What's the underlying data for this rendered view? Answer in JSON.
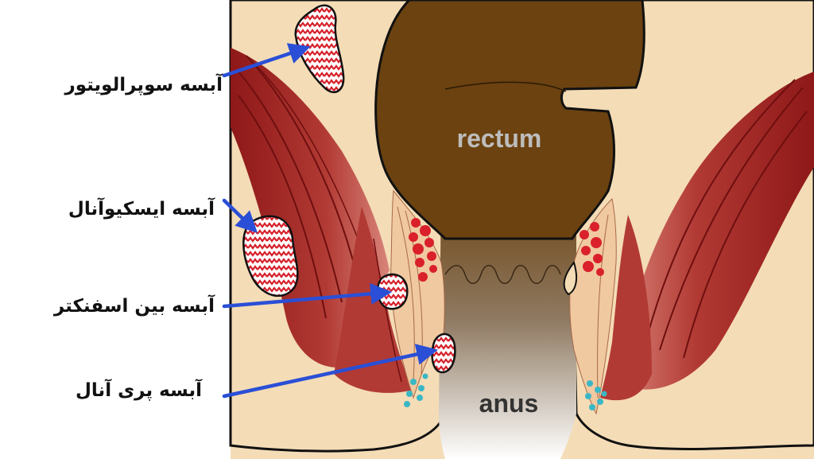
{
  "labels": {
    "rectum": "rectum",
    "anus": "anus"
  },
  "abscesses": [
    {
      "id": "supralevator",
      "label": "آبسه سوپرالویتور"
    },
    {
      "id": "ischioanal",
      "label": "آبسه ایسکیوآنال"
    },
    {
      "id": "intersphincteric",
      "label": "آبسه بین اسفنکتر"
    },
    {
      "id": "perianal",
      "label": "آبسه پری آنال"
    }
  ],
  "colors": {
    "skin": "#f4dcb6",
    "skin_outline": "#111111",
    "rectum_lumen": "#6b4210",
    "muscle_dark": "#9c1f1f",
    "muscle_light": "#d8857a",
    "abscess_fill": "#ffffff",
    "abscess_pattern": "#d6202b",
    "arrow": "#2a4fd6",
    "gland_red": "#d9202b",
    "gland_cyan": "#39b7c5",
    "rectum_text": "#bdbdbd",
    "anus_text": "#333333"
  }
}
